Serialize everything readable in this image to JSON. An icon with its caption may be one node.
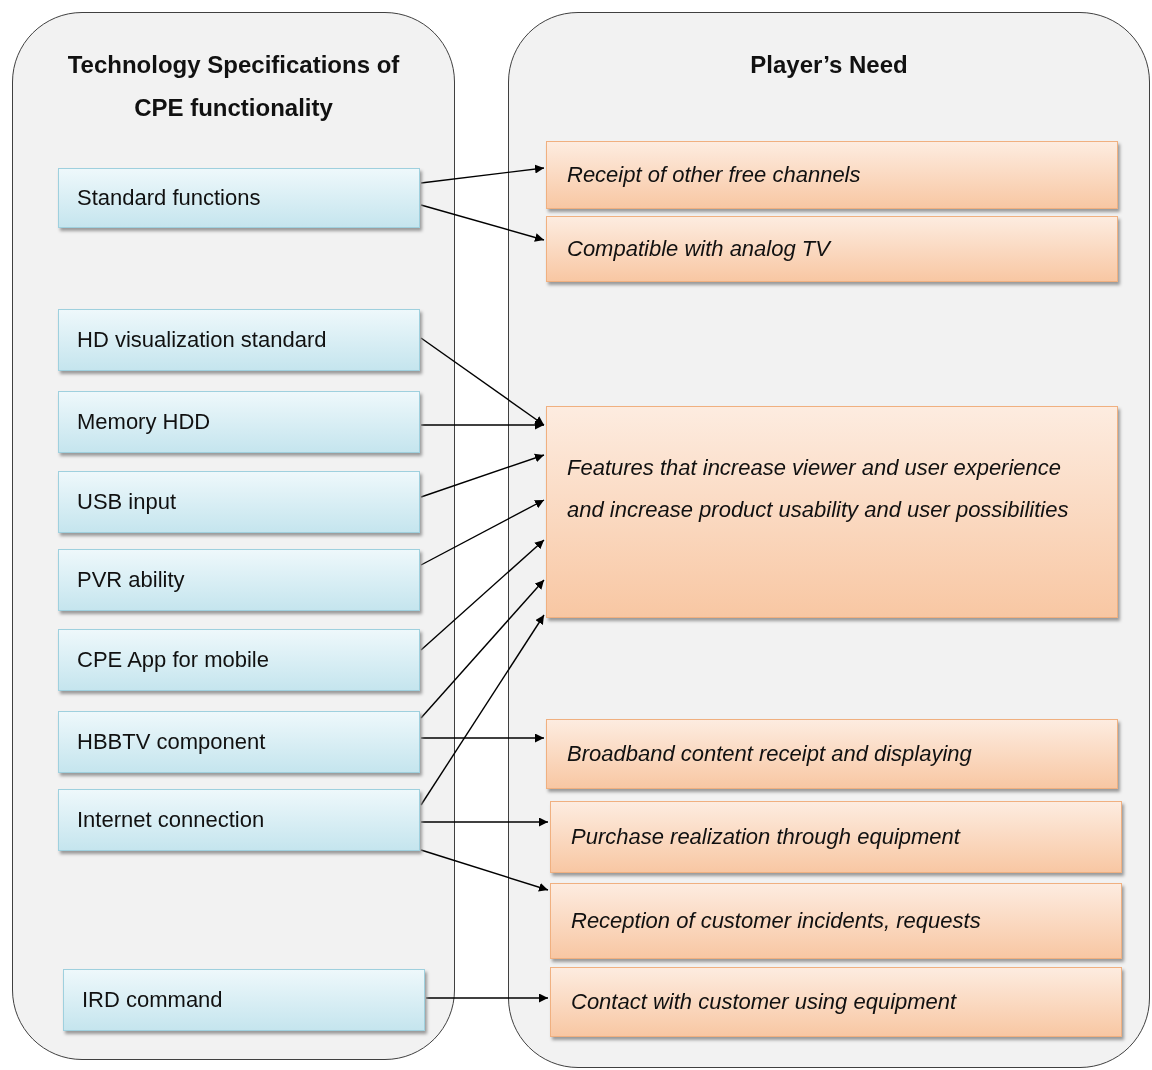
{
  "diagram": {
    "nodes": [
      {
        "text": [
          "Technology Specifications of CPE functionality"
        ]
      },
      {
        "text": [
          "Standard functions"
        ],
        "in": 0
      },
      {
        "text": [
          "HD visualization standard"
        ],
        "in": 0
      },
      {
        "text": [
          "Memory HDD"
        ],
        "in": 0
      },
      {
        "text": [
          "USB input"
        ],
        "in": 0
      },
      {
        "text": [
          "PVR ability"
        ],
        "in": 0
      },
      {
        "text": [
          "CPE App for mobile"
        ],
        "in": 0
      },
      {
        "text": [
          "HBBTV component"
        ],
        "in": 0
      },
      {
        "text": [
          "Internet connection"
        ],
        "in": 0
      },
      {
        "text": [
          "IRD command"
        ],
        "in": 0
      },
      {
        "text": [
          "Player’s Need"
        ]
      },
      {
        "text": [
          "Receipt of other free channels"
        ],
        "in": 10
      },
      {
        "text": [
          "Compatible with analog TV"
        ],
        "in": 10
      },
      {
        "text": [
          "Features that increase viewer and user experience and increase product usability and user possibilities"
        ],
        "in": 10
      },
      {
        "text": [
          "Broadband content receipt and displaying"
        ],
        "in": 10
      },
      {
        "text": [
          "Purchase realization through equipment"
        ],
        "in": 10
      },
      {
        "text": [
          "Reception of customer incidents, requests"
        ],
        "in": 10
      },
      {
        "text": [
          "Contact with customer using equipment"
        ],
        "in": 10
      }
    ],
    "edges": [
      {
        "from": 1,
        "to": 11,
        "arrow": "to"
      },
      {
        "from": 1,
        "to": 12,
        "arrow": "to"
      },
      {
        "from": 2,
        "to": 13,
        "arrow": "to"
      },
      {
        "from": 3,
        "to": 13,
        "arrow": "to"
      },
      {
        "from": 4,
        "to": 13,
        "arrow": "to"
      },
      {
        "from": 5,
        "to": 13,
        "arrow": "to"
      },
      {
        "from": 6,
        "to": 13,
        "arrow": "to"
      },
      {
        "from": 7,
        "to": 13,
        "arrow": "to"
      },
      {
        "from": 8,
        "to": 13,
        "arrow": "to"
      },
      {
        "from": 7,
        "to": 14,
        "arrow": "to"
      },
      {
        "from": 8,
        "to": 15,
        "arrow": "to"
      },
      {
        "from": 8,
        "to": 16,
        "arrow": "to"
      },
      {
        "from": 9,
        "to": 17,
        "arrow": "to"
      }
    ]
  }
}
